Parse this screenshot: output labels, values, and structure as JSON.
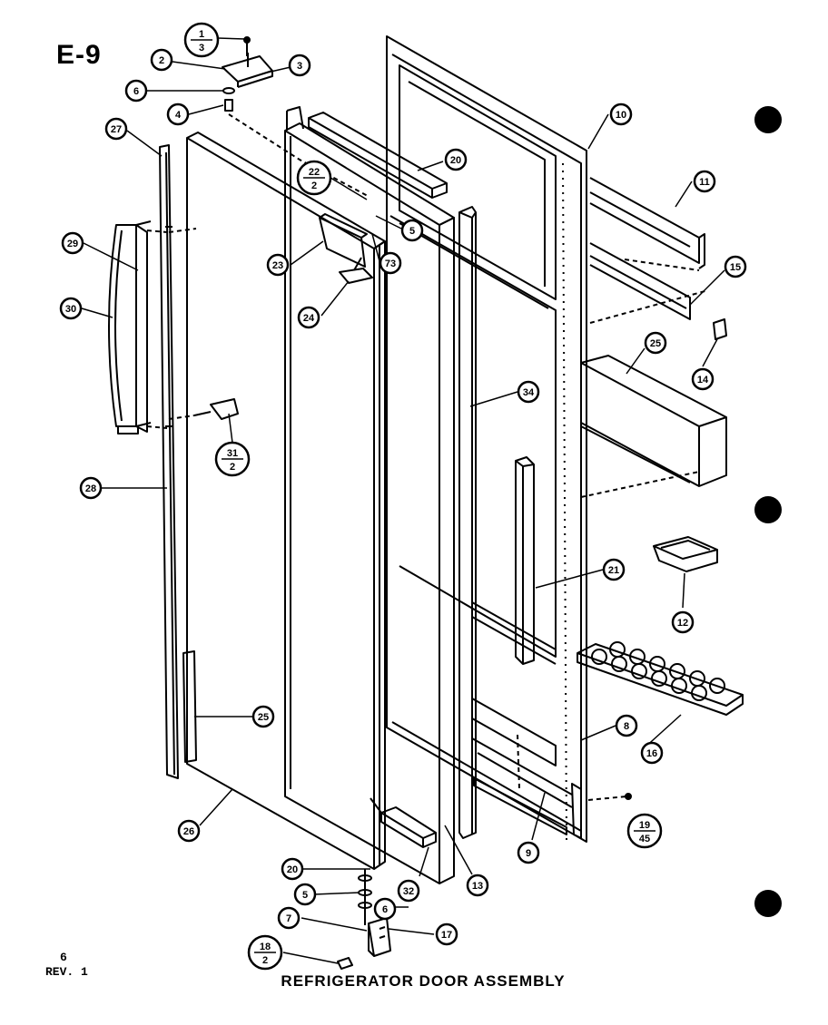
{
  "page_code": "E-9",
  "page_number": "6",
  "revision": "REV. 1",
  "title": "REFRIGERATOR DOOR ASSEMBLY",
  "callouts": [
    {
      "id": "c-1-3",
      "label": "1",
      "sub": "3"
    },
    {
      "id": "c-2",
      "label": "2"
    },
    {
      "id": "c-3",
      "label": "3"
    },
    {
      "id": "c-6a",
      "label": "6"
    },
    {
      "id": "c-4",
      "label": "4"
    },
    {
      "id": "c-27",
      "label": "27"
    },
    {
      "id": "c-29",
      "label": "29"
    },
    {
      "id": "c-30",
      "label": "30"
    },
    {
      "id": "c-28",
      "label": "28"
    },
    {
      "id": "c-22-2",
      "label": "22",
      "sub": "2"
    },
    {
      "id": "c-20",
      "label": "20"
    },
    {
      "id": "c-5a",
      "label": "5"
    },
    {
      "id": "c-73",
      "label": "73"
    },
    {
      "id": "c-23",
      "label": "23"
    },
    {
      "id": "c-24",
      "label": "24"
    },
    {
      "id": "c-31-2",
      "label": "31",
      "sub": "2"
    },
    {
      "id": "c-25a",
      "label": "25"
    },
    {
      "id": "c-26",
      "label": "26"
    },
    {
      "id": "c-10",
      "label": "10"
    },
    {
      "id": "c-11",
      "label": "11"
    },
    {
      "id": "c-15",
      "label": "15"
    },
    {
      "id": "c-14",
      "label": "14"
    },
    {
      "id": "c-25b",
      "label": "25"
    },
    {
      "id": "c-34",
      "label": "34"
    },
    {
      "id": "c-21",
      "label": "21"
    },
    {
      "id": "c-12",
      "label": "12"
    },
    {
      "id": "c-16",
      "label": "16"
    },
    {
      "id": "c-8",
      "label": "8"
    },
    {
      "id": "c-9",
      "label": "9"
    },
    {
      "id": "c-19-45",
      "label": "19",
      "sub": "45"
    },
    {
      "id": "c-13",
      "label": "13"
    },
    {
      "id": "c-32",
      "label": "32"
    },
    {
      "id": "c-20b",
      "label": "20"
    },
    {
      "id": "c-5b",
      "label": "5"
    },
    {
      "id": "c-6b",
      "label": "6"
    },
    {
      "id": "c-7",
      "label": "7"
    },
    {
      "id": "c-17",
      "label": "17"
    },
    {
      "id": "c-18-2",
      "label": "18",
      "sub": "2"
    }
  ]
}
